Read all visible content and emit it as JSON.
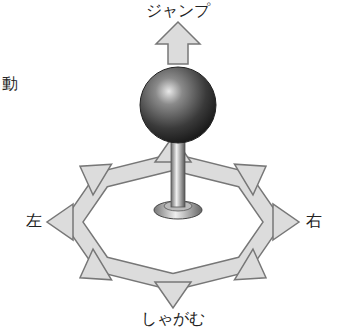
{
  "diagram": {
    "labels": [
      "動",
      "ジャンプ",
      "左",
      "右",
      "しゃがむ"
    ]
  }
}
